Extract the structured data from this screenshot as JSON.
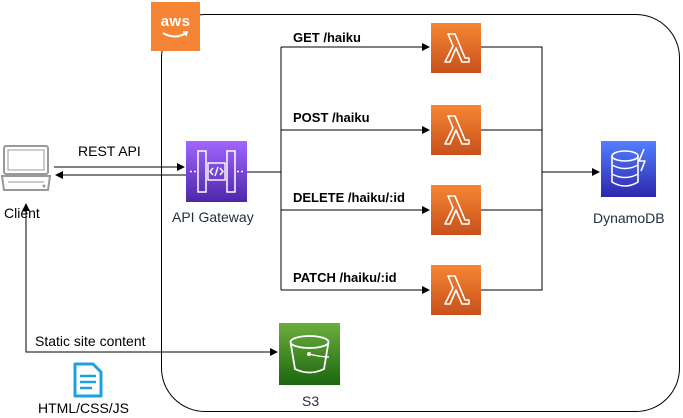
{
  "cloud": {
    "provider_logo_text": "aws"
  },
  "client": {
    "label": "Client"
  },
  "api_gateway": {
    "label": "API Gateway"
  },
  "dynamodb": {
    "label": "DynamoDB"
  },
  "s3": {
    "label": "S3"
  },
  "connections": {
    "rest_api_label": "REST API",
    "static_content_label": "Static site content",
    "static_files_label": "HTML/CSS/JS"
  },
  "routes": [
    {
      "label": "GET /haiku"
    },
    {
      "label": "POST /haiku"
    },
    {
      "label": "DELETE /haiku/:id"
    },
    {
      "label": "PATCH /haiku/:id"
    }
  ],
  "colors": {
    "aws_orange": "#f58534",
    "lambda_gradient": [
      "#c8511b",
      "#f58534"
    ],
    "api_gateway_gradient": [
      "#4d27a8",
      "#a166ff"
    ],
    "dynamodb_gradient": [
      "#2e27ad",
      "#527fff"
    ],
    "s3_gradient": [
      "#1b660f",
      "#6cae3e"
    ],
    "document_icon": "#1ba1e2",
    "client_icon": "#999999"
  }
}
